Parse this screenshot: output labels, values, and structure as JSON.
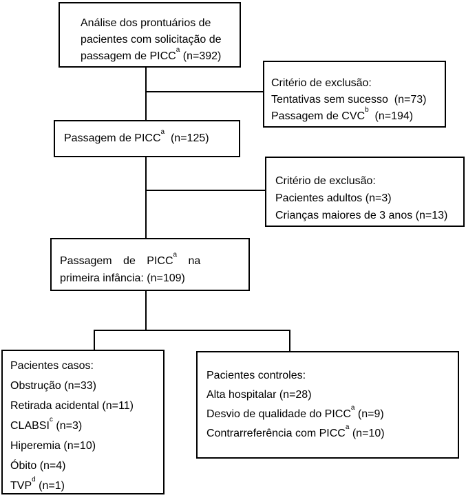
{
  "colors": {
    "background": "#ffffff",
    "line": "#000000",
    "text": "#000000"
  },
  "flowchart": {
    "top_box": {
      "lines": [
        [
          {
            "t": "Análise dos prontuários de"
          }
        ],
        [
          {
            "t": "pacientes com solicitação de"
          }
        ],
        [
          {
            "t": "passagem de PICC"
          },
          {
            "t": "a",
            "sup": true
          },
          {
            "t": " (n=392)"
          }
        ]
      ]
    },
    "exclusion_box_1": {
      "lines": [
        [
          {
            "t": "Critério de exclusão:"
          }
        ],
        [
          {
            "t": "Tentativas sem sucesso  (n=73)"
          }
        ],
        [
          {
            "t": "Passagem de CVC"
          },
          {
            "t": "b",
            "sup": true
          },
          {
            "t": "  (n=194)"
          }
        ]
      ]
    },
    "picc_box": {
      "lines": [
        [
          {
            "t": "Passagem de PICC"
          },
          {
            "t": "a",
            "sup": true
          },
          {
            "t": "  (n=125)"
          }
        ]
      ]
    },
    "exclusion_box_2": {
      "lines": [
        [
          {
            "t": "Critério de exclusão:"
          }
        ],
        [
          {
            "t": "Pacientes adultos (n=3)"
          }
        ],
        [
          {
            "t": "Crianças maiores de 3 anos (n=13)"
          }
        ]
      ]
    },
    "infancy_box": {
      "lines": [
        [
          {
            "t": "Passagem de PICC"
          },
          {
            "t": "a",
            "sup": true
          },
          {
            "t": " na"
          }
        ],
        [
          {
            "t": "primeira infância: (n=109)"
          }
        ]
      ]
    },
    "cases_box": {
      "lines": [
        [
          {
            "t": "Pacientes casos:"
          }
        ],
        [
          {
            "t": "Obstrução (n=33)"
          }
        ],
        [
          {
            "t": "Retirada acidental (n=11)"
          }
        ],
        [
          {
            "t": "CLABSI"
          },
          {
            "t": "c",
            "sup": true
          },
          {
            "t": " (n=3)"
          }
        ],
        [
          {
            "t": "Hiperemia (n=10)"
          }
        ],
        [
          {
            "t": "Óbito (n=4)"
          }
        ],
        [
          {
            "t": "TVP"
          },
          {
            "t": "d",
            "sup": true
          },
          {
            "t": " (n=1)"
          }
        ]
      ]
    },
    "controls_box": {
      "lines": [
        [
          {
            "t": "Pacientes controles:"
          }
        ],
        [
          {
            "t": "Alta hospitalar (n=28)"
          }
        ],
        [
          {
            "t": "Desvio de qualidade do PICC"
          },
          {
            "t": "a",
            "sup": true
          },
          {
            "t": " (n=9)"
          }
        ],
        [
          {
            "t": "Contrarreferência com PICC"
          },
          {
            "t": "a",
            "sup": true
          },
          {
            "t": " (n=10)"
          }
        ]
      ]
    }
  }
}
